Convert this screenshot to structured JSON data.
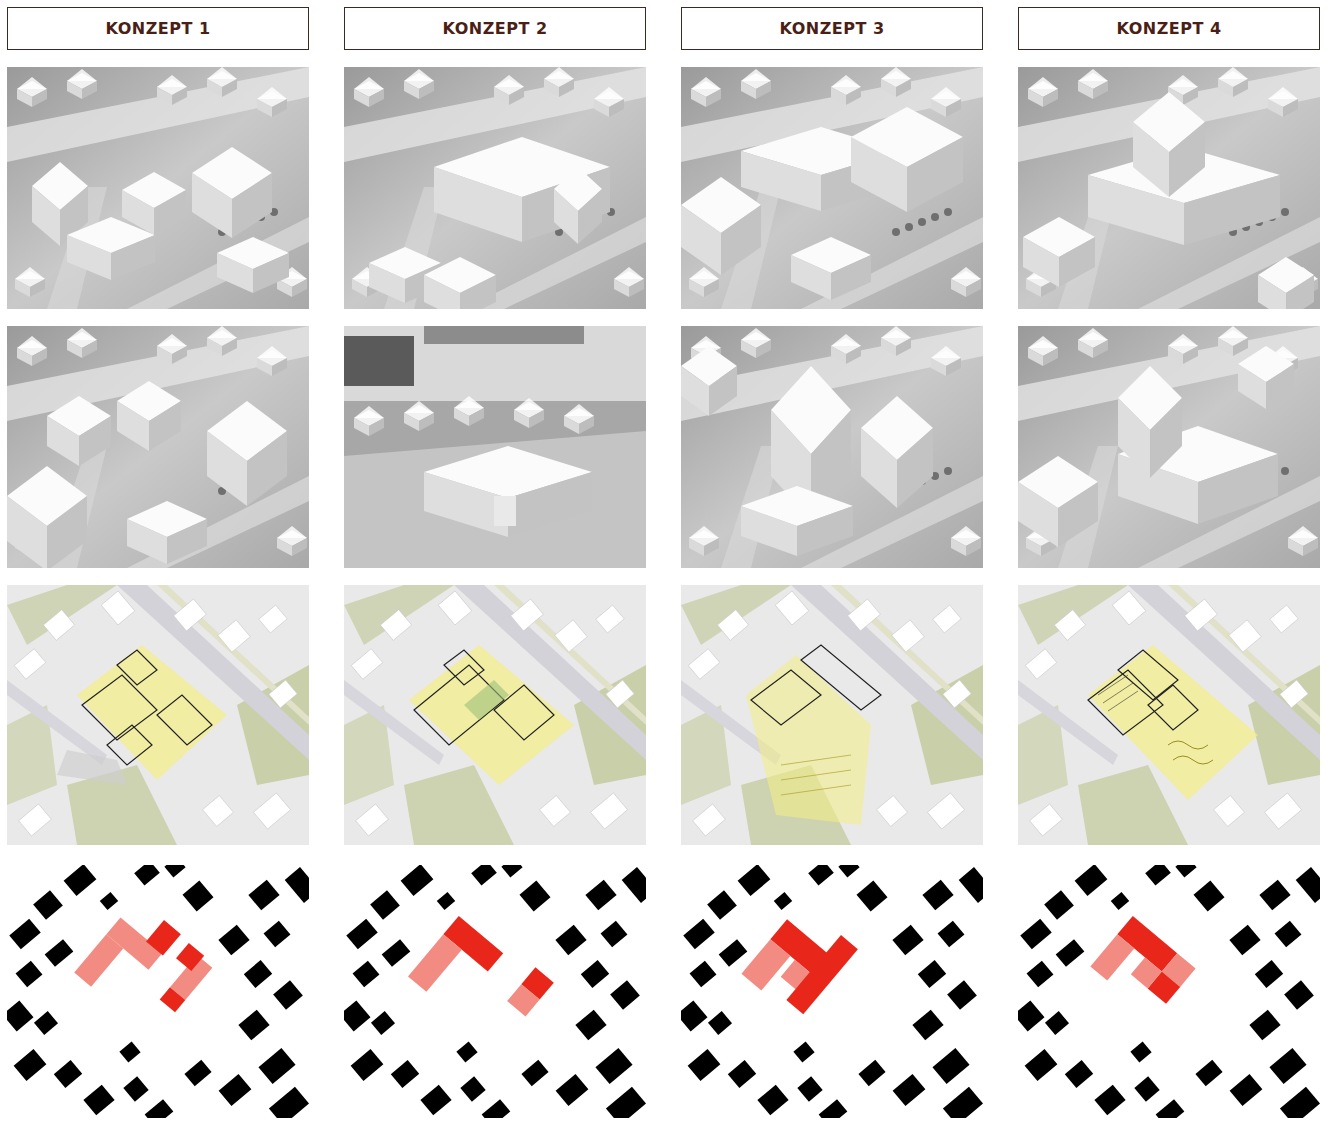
{
  "diagram": {
    "nodes": [
      {
        "text": [
          "KONZEPT 1"
        ]
      },
      {
        "text": [
          "KONZEPT 2"
        ]
      },
      {
        "text": [
          "KONZEPT 3"
        ]
      },
      {
        "text": [
          "KONZEPT 4"
        ]
      }
    ]
  }
}
